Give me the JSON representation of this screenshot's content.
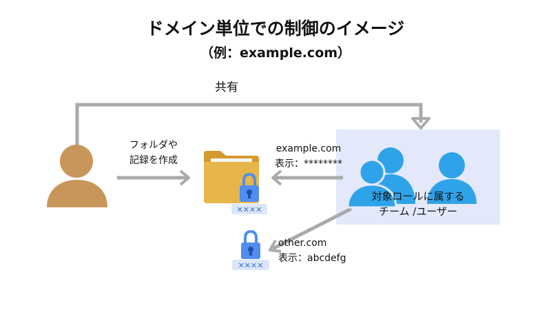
{
  "title": "ドメイン単位での制御のイメージ",
  "subtitle": "（例：example.com）",
  "share_label": "共有",
  "create_label": [
    "フォルダや",
    "記録を作成"
  ],
  "example": {
    "domain": "example.com",
    "display": "表示：********"
  },
  "other": {
    "domain": "other.com",
    "display": "表示：abcdefg"
  },
  "team_label": [
    "対象ロールに属する",
    "チーム /ユーザー"
  ],
  "masked_badge": "✕✕✕✕",
  "colors": {
    "person": "#c8965a",
    "folder": "#e8b54a",
    "folder_back": "#d49a2e",
    "lock": "#4f8ef0",
    "team": "#2fa3ea",
    "team_panel": "#e3e9fb",
    "arrow": "#aaaaaa",
    "badge_bg": "#dbe6fb",
    "badge_text": "#3b6fd6"
  }
}
